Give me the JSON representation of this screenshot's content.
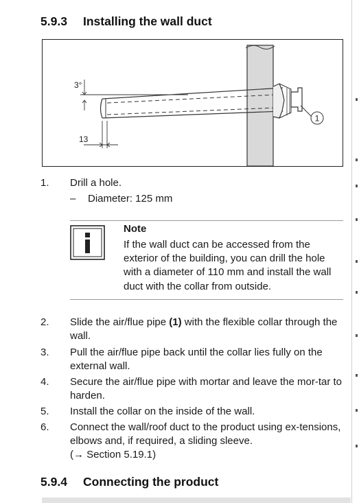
{
  "section_top": {
    "number": "5.9.3",
    "title": "Installing the wall duct"
  },
  "figure": {
    "angle_label": "3°",
    "dimension_label": "13",
    "callout_label": "1"
  },
  "steps": [
    {
      "number": "1.",
      "text": "Drill a hole."
    },
    {
      "number": "2.",
      "text": "Slide the air/flue pipe",
      "bold_ref": "(1)",
      "text_after": " with the flexible collar through the wall."
    },
    {
      "number": "3.",
      "text": "Pull the air/flue pipe back until the collar lies fully on the external wall."
    },
    {
      "number": "4.",
      "text": "Secure the air/flue pipe with mortar and leave the mor-tar to harden."
    },
    {
      "number": "5.",
      "text": "Install the collar on the inside of the wall."
    },
    {
      "number": "6.",
      "text": "Connect the wall/roof duct to the product using ex-tensions, elbows and, if required, a sliding sleeve.",
      "reference": "(→ Section 5.19.1)"
    }
  ],
  "sub_item": {
    "dash": "–",
    "text": "Diameter: 125 mm"
  },
  "note": {
    "icon": "info-icon",
    "title": "Note",
    "body": "If the wall duct can be accessed from the exterior of the building, you can drill the hole with a diameter of 110 mm and install the wall duct with the collar from outside."
  },
  "section_bottom": {
    "number": "5.9.4",
    "title": "Connecting the product"
  }
}
